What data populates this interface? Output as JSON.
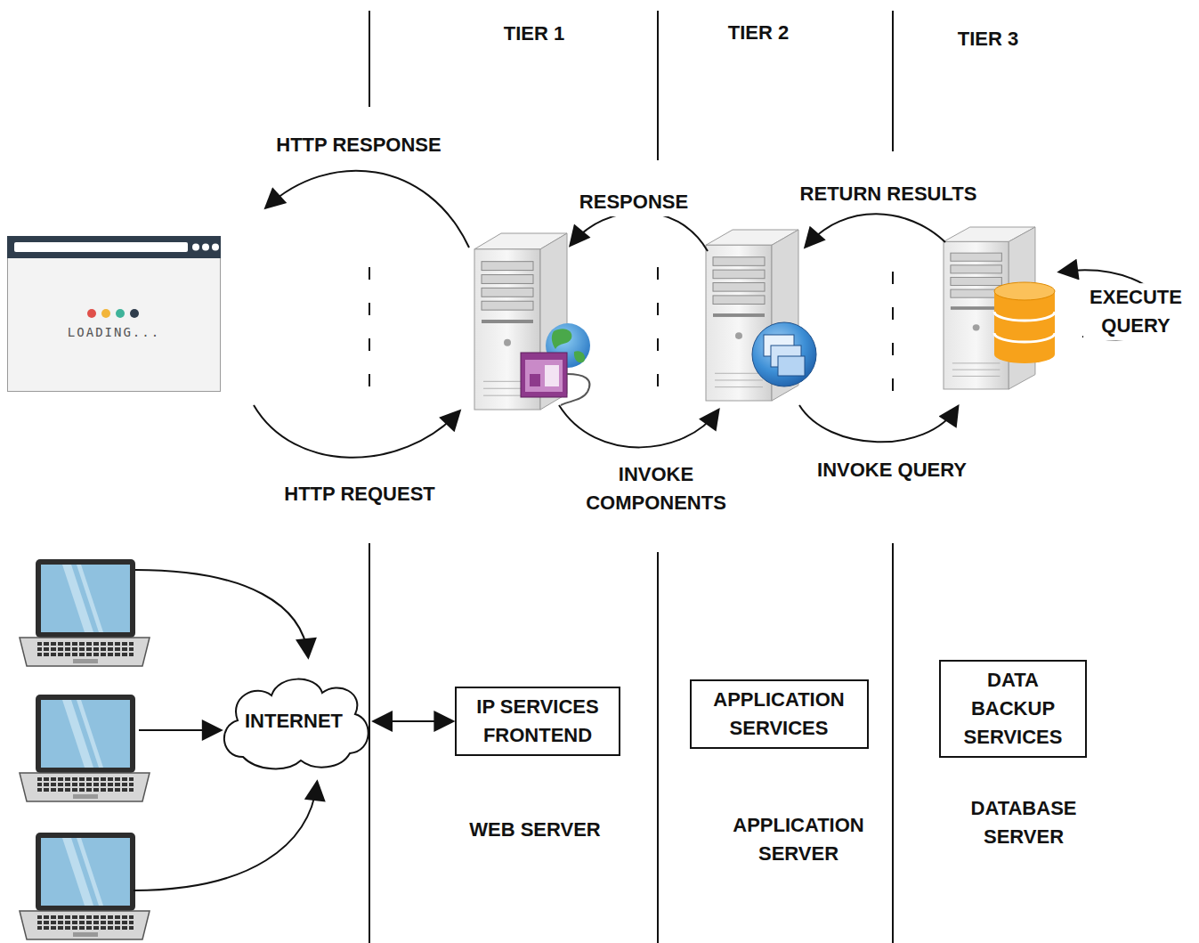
{
  "diagram": {
    "nodes": [
      {
        "text": [
          "LOADING..."
        ]
      },
      {
        "text": [
          "INTERNET"
        ]
      },
      {
        "text": [
          "IP SERVICES FRONTEND"
        ]
      },
      {
        "text": [
          "APPLICATION SERVICES"
        ]
      },
      {
        "text": [
          "DATA BACKUP SERVICES"
        ]
      }
    ],
    "edges": [
      {
        "from": 1,
        "to": 2,
        "arrow": "both"
      }
    ],
    "labels": [
      "TIER 1",
      "TIER 2",
      "TIER 3",
      "HTTP RESPONSE",
      "RESPONSE",
      "RETURN RESULTS",
      "EXECUTE QUERY",
      "HTTP REQUEST",
      "INVOKE COMPONENTS",
      "INVOKE QUERY",
      "WEB SERVER",
      "APPLICATION SERVER",
      "DATABASE SERVER"
    ]
  }
}
